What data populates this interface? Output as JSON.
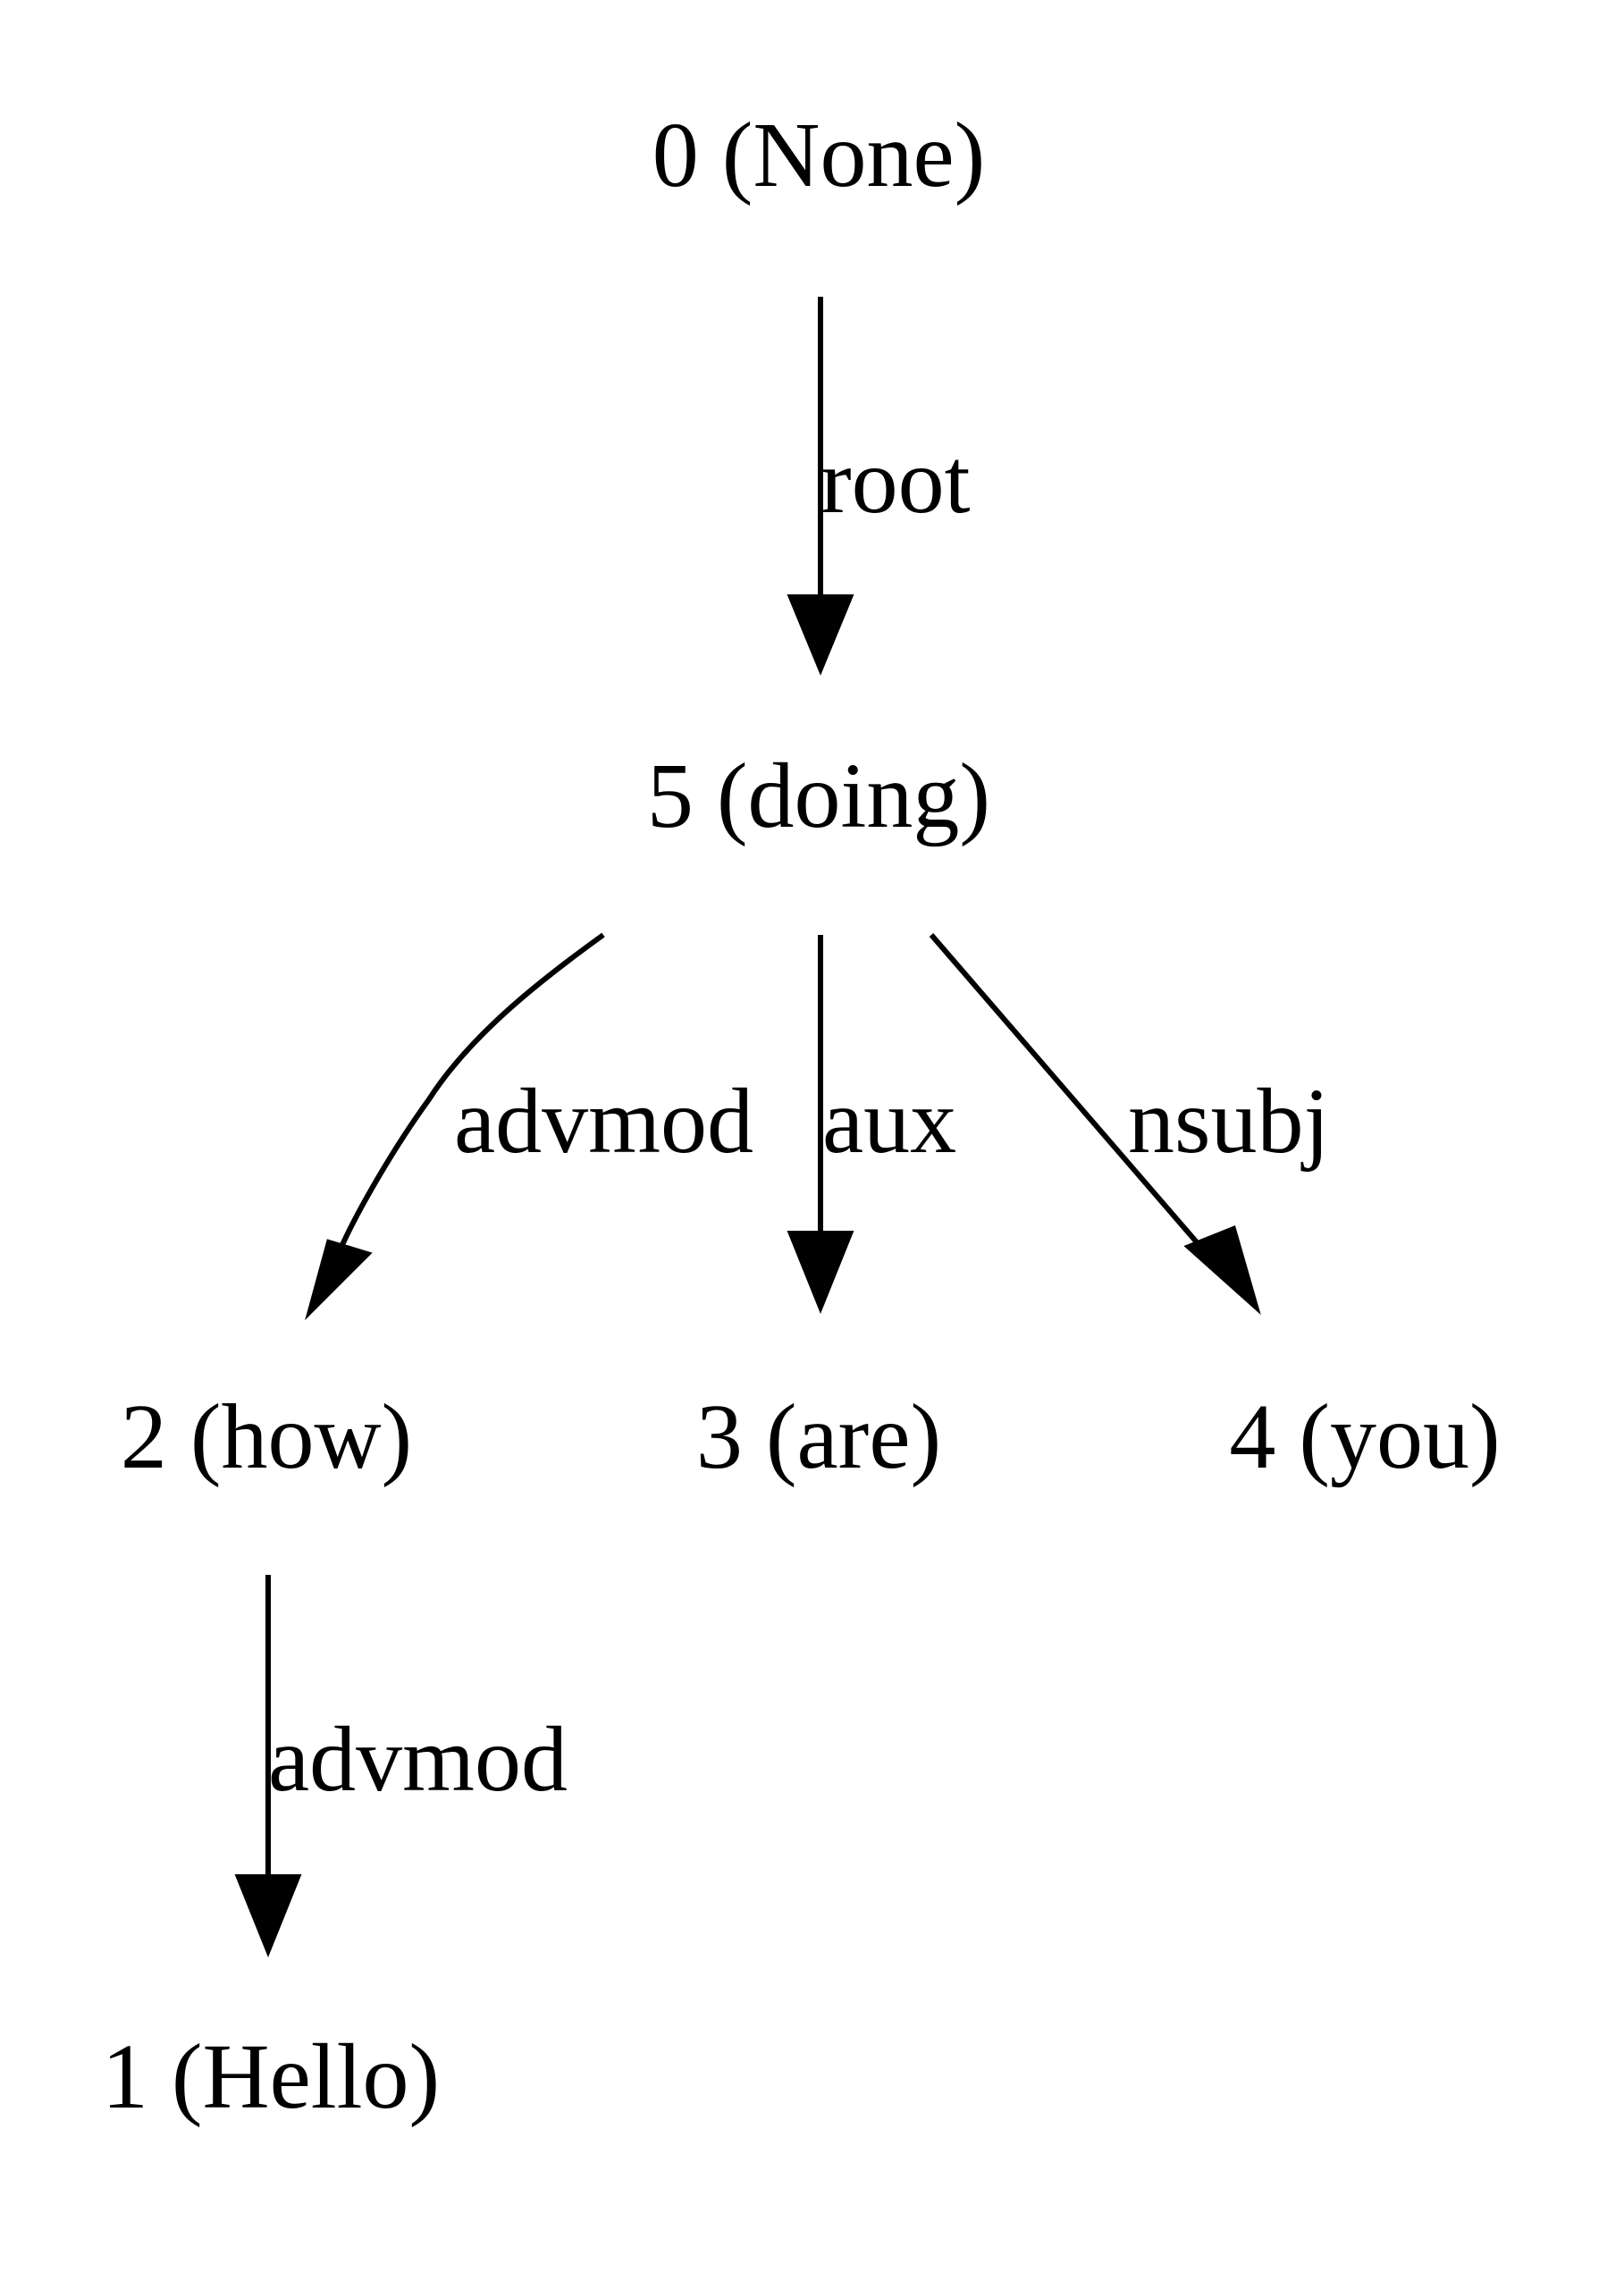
{
  "nodes": {
    "n0": "0 (None)",
    "n5": "5 (doing)",
    "n2": "2 (how)",
    "n3": "3 (are)",
    "n4": "4 (you)",
    "n1": "1 (Hello)"
  },
  "edges": {
    "e_root": "root",
    "e_advmod_5_2": "advmod",
    "e_aux_5_3": "aux",
    "e_nsubj_5_4": "nsubj",
    "e_advmod_2_1": "advmod"
  }
}
